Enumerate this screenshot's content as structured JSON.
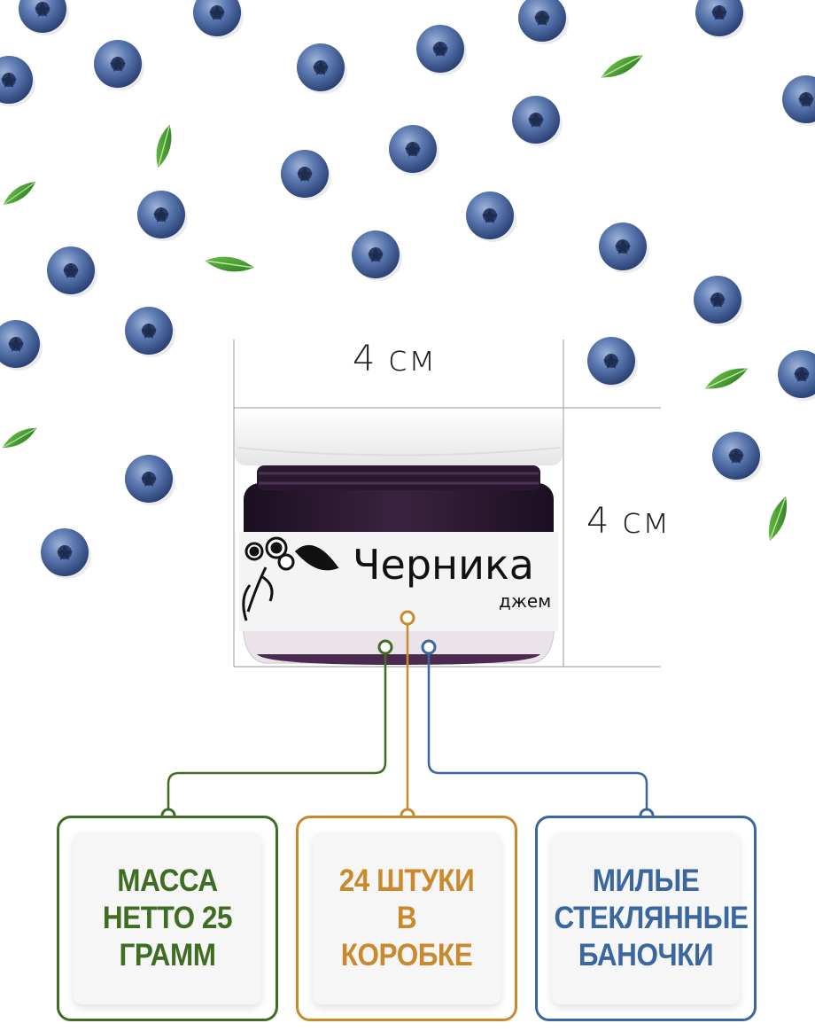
{
  "dimensions": {
    "width_label": "4 см",
    "height_label": "4 см"
  },
  "product": {
    "name": "Черника",
    "subtitle": "джем"
  },
  "features": [
    {
      "text": "МАССА НЕТТО 25 ГРАММ",
      "color": "#3f6d22"
    },
    {
      "text": "24 ШТУКИ В КОРОБКЕ",
      "color": "#c98a2e"
    },
    {
      "text": "МИЛЫЕ СТЕКЛЯННЫЕ БАНОЧКИ",
      "color": "#3a679d"
    }
  ],
  "colors": {
    "blueberry": "#3e5f9c",
    "leaf": "#3e9a2c",
    "jam": "#2a1830",
    "lid": "#ffffff"
  }
}
